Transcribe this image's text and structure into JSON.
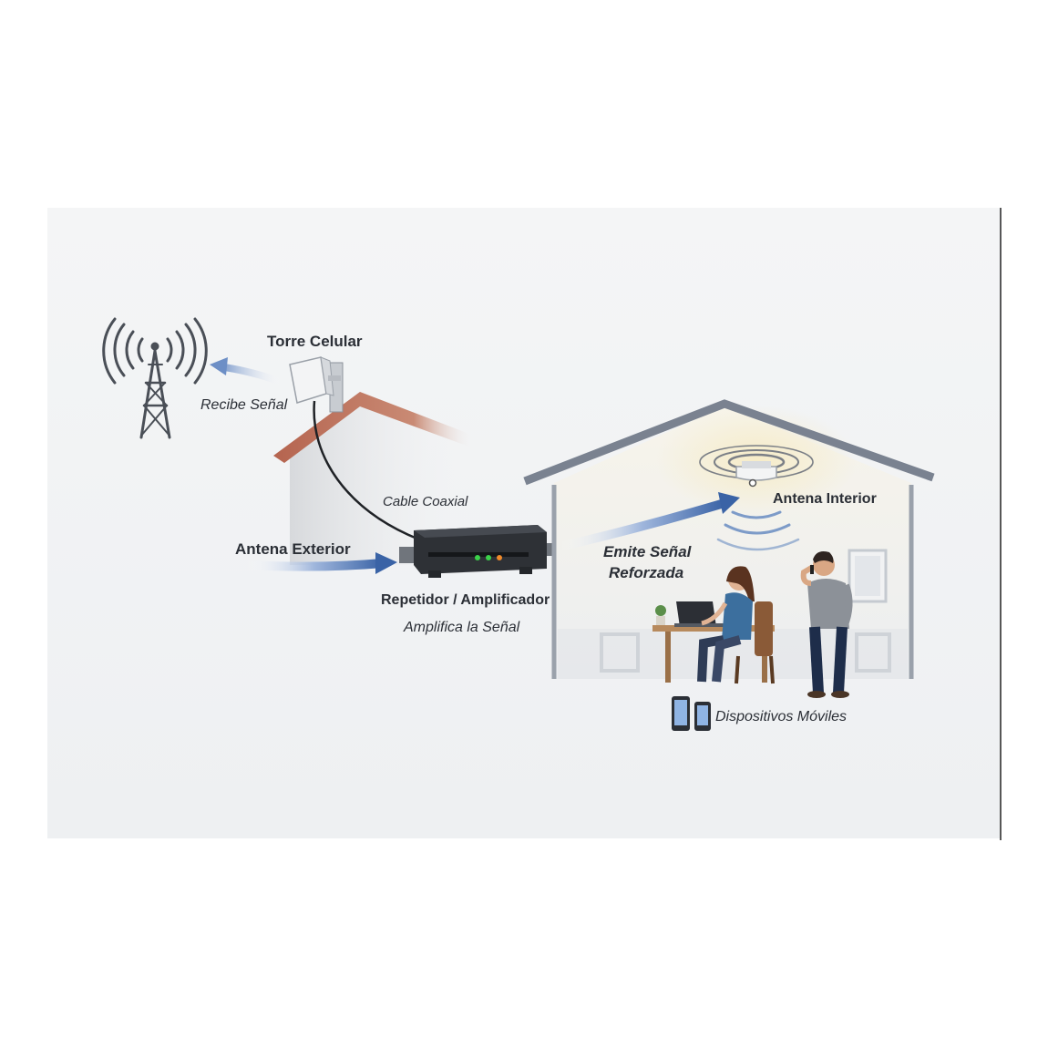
{
  "labels": {
    "torre_celular": "Torre Celular",
    "recibe_senal": "Recibe Señal",
    "cable_coaxial": "Cable Coaxial",
    "antena_exterior": "Antena Exterior",
    "repetidor": "Repetidor / Amplificador",
    "amplifica": "Amplifica la Señal",
    "emite_1": "Emite Señal",
    "emite_2": "Reforzada",
    "antena_interior": "Antena Interior",
    "dispositivos": "Dispositivos Móviles"
  },
  "colors": {
    "arrow_blue": "#3a63a6",
    "arrow_light": "#b9cbe6",
    "house_outline": "#7a8290",
    "roof_brick": "#b5644f",
    "device_body": "#2e3136",
    "led_green": "#3bd14a",
    "led_orange": "#f08a2a",
    "text": "#2b2f36"
  },
  "icons": [
    "cell-tower-icon",
    "outdoor-panel-antenna-icon",
    "repeater-amplifier-icon",
    "ceiling-dome-antenna-icon",
    "smartphone-icon",
    "tablet-icon"
  ]
}
